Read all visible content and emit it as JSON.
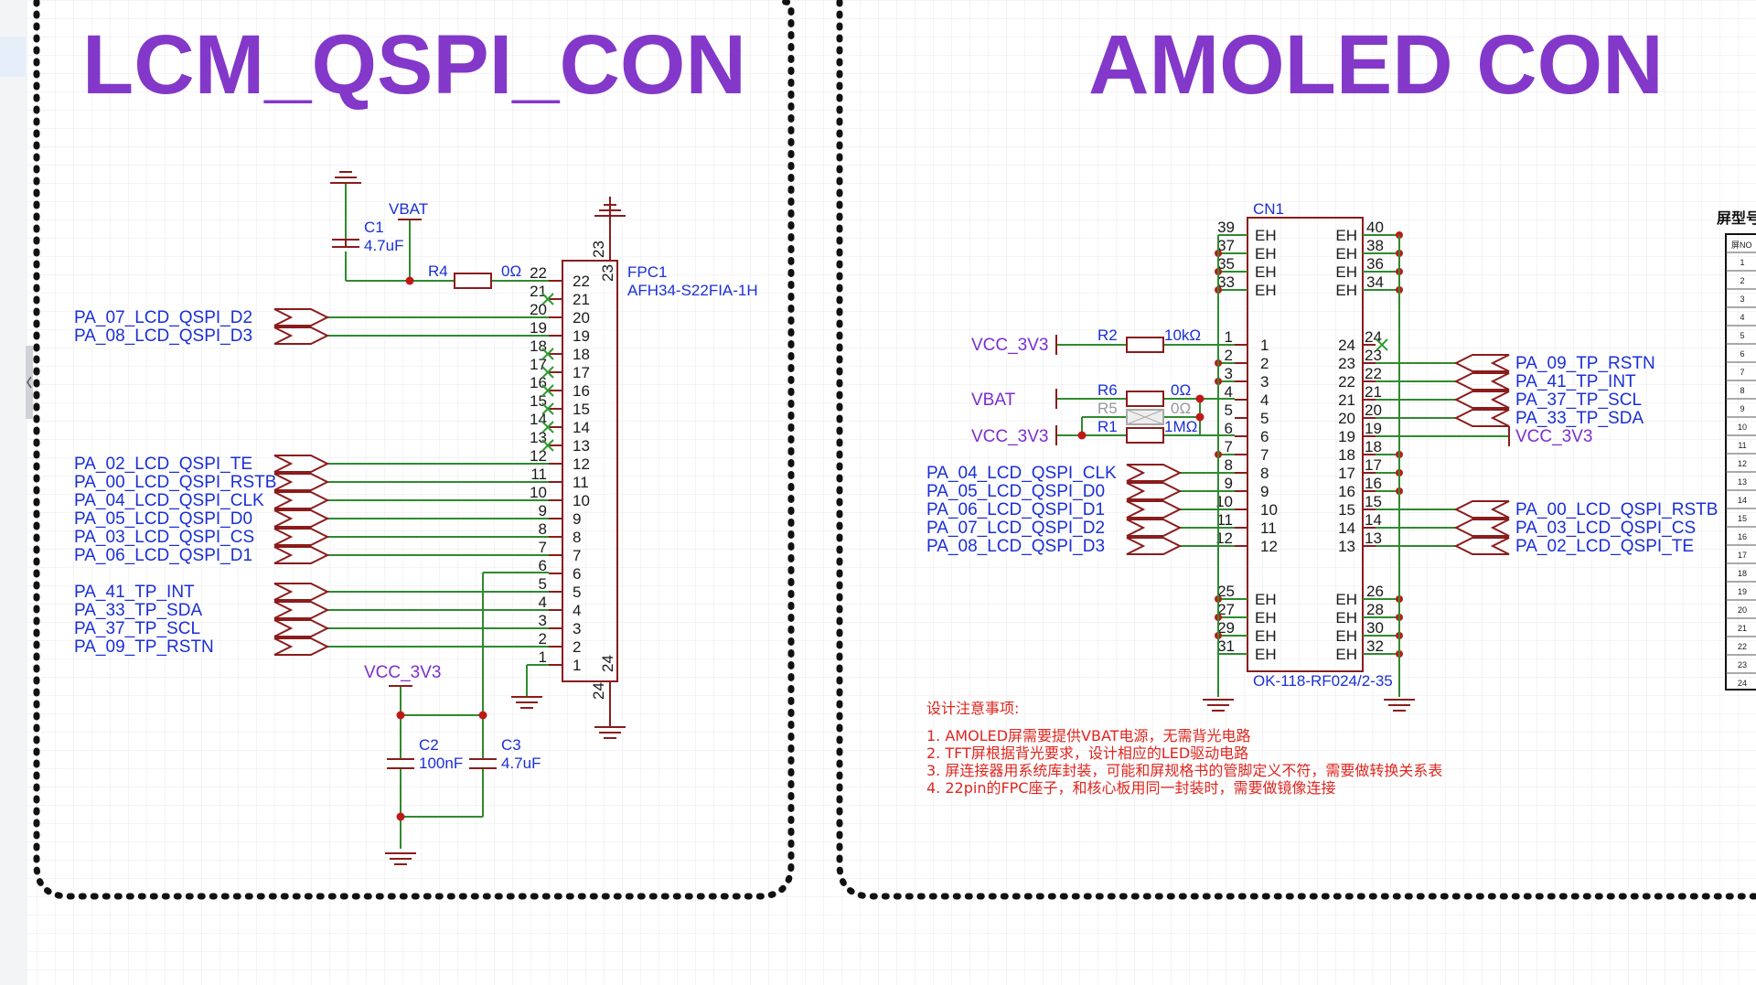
{
  "titles": {
    "left": "LCM_QSPI_CON",
    "right": "AMOLED CON"
  },
  "fpc1": {
    "ref": "FPC1",
    "part": "AFH34-S22FIA-1H",
    "c1": {
      "ref": "C1",
      "value": "4.7uF"
    },
    "r4": {
      "ref": "R4",
      "value": "0Ω"
    },
    "vbat": "VBAT",
    "vcc": "VCC_3V3",
    "c2": {
      "ref": "C2",
      "value": "100nF"
    },
    "c3": {
      "ref": "C3",
      "value": "4.7uF"
    },
    "nets": [
      {
        "pin": 20,
        "name": "PA_07_LCD_QSPI_D2"
      },
      {
        "pin": 19,
        "name": "PA_08_LCD_QSPI_D3"
      },
      {
        "pin": 12,
        "name": "PA_02_LCD_QSPI_TE"
      },
      {
        "pin": 11,
        "name": "PA_00_LCD_QSPI_RSTB"
      },
      {
        "pin": 10,
        "name": "PA_04_LCD_QSPI_CLK"
      },
      {
        "pin": 9,
        "name": "PA_05_LCD_QSPI_D0"
      },
      {
        "pin": 8,
        "name": "PA_03_LCD_QSPI_CS"
      },
      {
        "pin": 7,
        "name": "PA_06_LCD_QSPI_D1"
      },
      {
        "pin": 5,
        "name": "PA_41_TP_INT"
      },
      {
        "pin": 4,
        "name": "PA_33_TP_SDA"
      },
      {
        "pin": 3,
        "name": "PA_37_TP_SCL"
      },
      {
        "pin": 2,
        "name": "PA_09_TP_RSTN"
      }
    ]
  },
  "cn1": {
    "ref": "CN1",
    "part": "OK-118-RF024/2-35",
    "eh": "EH",
    "r2": {
      "ref": "R2",
      "value": "10kΩ"
    },
    "r6": {
      "ref": "R6",
      "value": "0Ω"
    },
    "r5": {
      "ref": "R5",
      "value": "0Ω"
    },
    "r1": {
      "ref": "R1",
      "value": "1MΩ"
    },
    "vcc_a": "VCC_3V3",
    "vbat": "VBAT",
    "vcc_b": "VCC_3V3",
    "left_nets": [
      {
        "pin": 8,
        "name": "PA_04_LCD_QSPI_CLK"
      },
      {
        "pin": 9,
        "name": "PA_05_LCD_QSPI_D0"
      },
      {
        "pin": 10,
        "name": "PA_06_LCD_QSPI_D1"
      },
      {
        "pin": 11,
        "name": "PA_07_LCD_QSPI_D2"
      },
      {
        "pin": 12,
        "name": "PA_08_LCD_QSPI_D3"
      }
    ],
    "right_nets": [
      {
        "pin": 23,
        "name": "PA_09_TP_RSTN"
      },
      {
        "pin": 22,
        "name": "PA_41_TP_INT"
      },
      {
        "pin": 21,
        "name": "PA_37_TP_SCL"
      },
      {
        "pin": 20,
        "name": "PA_33_TP_SDA"
      },
      {
        "pin": 19,
        "name": "VCC_3V3"
      },
      {
        "pin": 15,
        "name": "PA_00_LCD_QSPI_RSTB"
      },
      {
        "pin": 14,
        "name": "PA_03_LCD_QSPI_CS"
      },
      {
        "pin": 13,
        "name": "PA_02_LCD_QSPI_TE"
      }
    ]
  },
  "notes": {
    "heading": "设计注意事项:",
    "items": [
      "1. AMOLED屏需要提供VBAT电源，无需背光电路",
      "2. TFT屏根据背光要求，设计相应的LED驱动电路",
      "3. 屏连接器用系统库封装，可能和屏规格书的管脚定义不符，需要做转换关系表",
      "4. 22pin的FPC座子，和核心板用同一封装时，需要做镜像连接"
    ]
  },
  "side_table": {
    "header": "屏型号",
    "col": "屏NO",
    "rows": [
      "1",
      "2",
      "3",
      "4",
      "5",
      "6",
      "7",
      "8",
      "9",
      "10",
      "11",
      "12",
      "13",
      "14",
      "15",
      "16",
      "17",
      "18",
      "19",
      "20",
      "21",
      "22",
      "23",
      "24"
    ]
  },
  "colors": {
    "title": "#8338c9",
    "wire": "#2f8a2f",
    "part": "#8a1c1c",
    "net": "#1a2fd6",
    "power": "#7b2fcf",
    "note": "#e0251e",
    "border": "#111111"
  }
}
